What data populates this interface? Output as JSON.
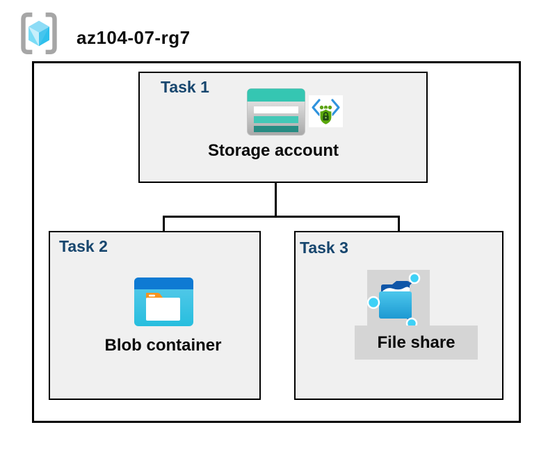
{
  "header": {
    "icon": "resource-group-icon",
    "title": "az104-07-rg7"
  },
  "diagram": {
    "tasks": [
      {
        "label": "Task 1",
        "resource": "Storage account",
        "icons": [
          "storage-account-icon",
          "secure-access-icon"
        ]
      },
      {
        "label": "Task 2",
        "resource": "Blob container",
        "icons": [
          "blob-container-icon"
        ]
      },
      {
        "label": "Task 3",
        "resource": "File share",
        "icons": [
          "file-share-icon"
        ]
      }
    ],
    "connections": [
      {
        "from": "Storage account",
        "to": "Blob container"
      },
      {
        "from": "Storage account",
        "to": "File share"
      }
    ]
  },
  "colors": {
    "task_label": "#17466e",
    "task_box_fill": "#f0f0f0",
    "line": "#000000",
    "storage_teal": "#35c6b2",
    "storage_teal_dark": "#278c83",
    "blob_band_blue": "#0e7ad3",
    "blob_body_cyan": "#2ebfde",
    "folder_tab_orange": "#f7941e",
    "shield_green": "#5aa70c",
    "bracket_gray": "#a6a6a6",
    "file_share_badge_gray": "#d5d5d5"
  }
}
